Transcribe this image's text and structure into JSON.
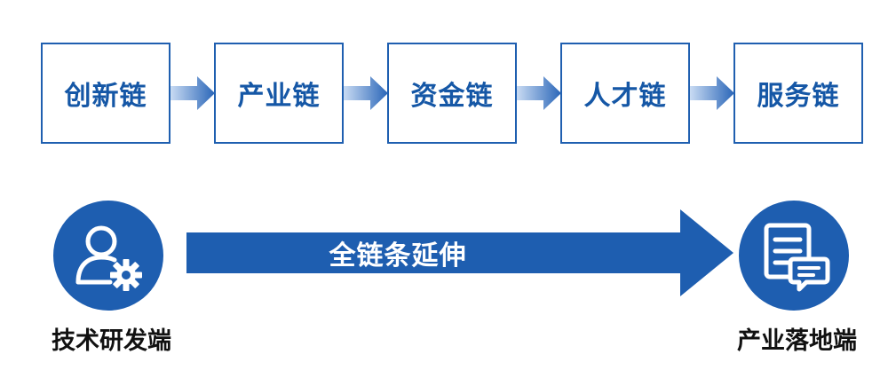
{
  "chain": {
    "items": [
      {
        "label": "创新链"
      },
      {
        "label": "产业链"
      },
      {
        "label": "资金链"
      },
      {
        "label": "人才链"
      },
      {
        "label": "服务链"
      }
    ]
  },
  "flow": {
    "arrow_label": "全链条延伸",
    "start_label": "技术研发端",
    "end_label": "产业落地端"
  },
  "icons": {
    "start": "user-gear-icon",
    "end": "document-chat-icon"
  },
  "colors": {
    "primary": "#1e5eb0",
    "box_border": "#1f5fb0",
    "box_text": "#1557a6",
    "arrow_light": "#a9c6ec",
    "arrow_dark": "#2a66b8"
  }
}
